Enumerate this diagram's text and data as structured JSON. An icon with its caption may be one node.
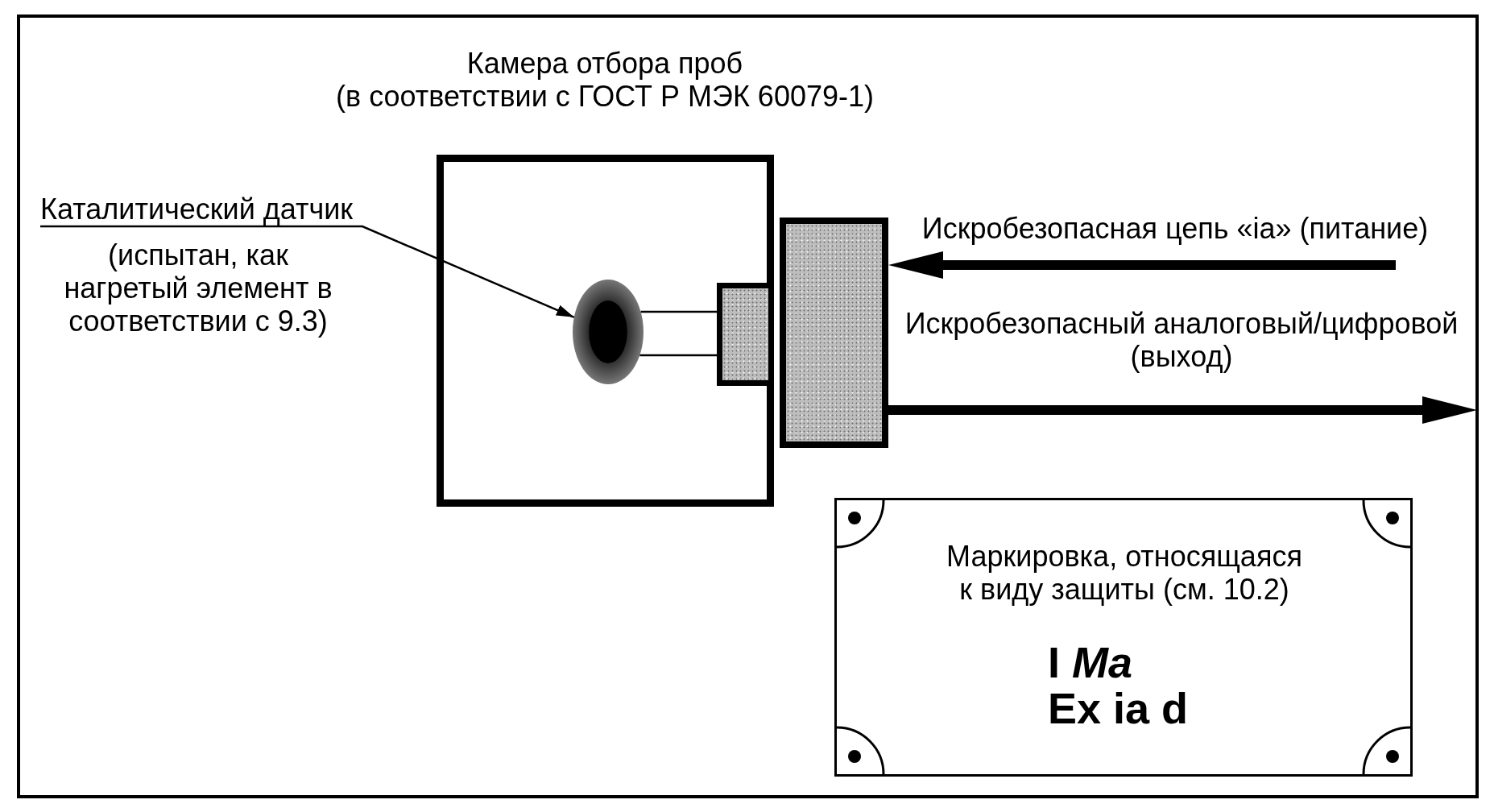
{
  "diagram": {
    "nodes": [
      {
        "text": [
          "Камера отбора проб",
          "(в соответствии с ГОСТ Р МЭК 60079-1)"
        ]
      },
      {
        "text": [
          "Каталитический датчик",
          "(испытан, как нагретый элемент в соответствии с 9.3)"
        ]
      },
      {
        "text": [],
        "shape": "ellipse",
        "in": 0
      },
      {
        "text": [],
        "shape": "box",
        "in": 0
      },
      {
        "text": [],
        "shape": "box"
      },
      {
        "text": [
          "Маркировка, относящаяся к виду защиты (см. 10.2)",
          "I *Ma* Ex ia d"
        ]
      }
    ],
    "edges": [
      {
        "from": 1,
        "to": 2,
        "arrow": "to"
      },
      {
        "from": 2,
        "to": 3,
        "arrow": "none"
      },
      {
        "from": 2,
        "to": 3,
        "arrow": "none"
      },
      {
        "from": null,
        "to": 4,
        "arrow": "to",
        "label": "Искробезопасная цепь «ia» (питание)",
        "style": "thick"
      },
      {
        "from": 4,
        "to": null,
        "arrow": "to",
        "label": "Искробезопасный аналоговый/цифровой (выход)",
        "style": "thick"
      }
    ]
  }
}
